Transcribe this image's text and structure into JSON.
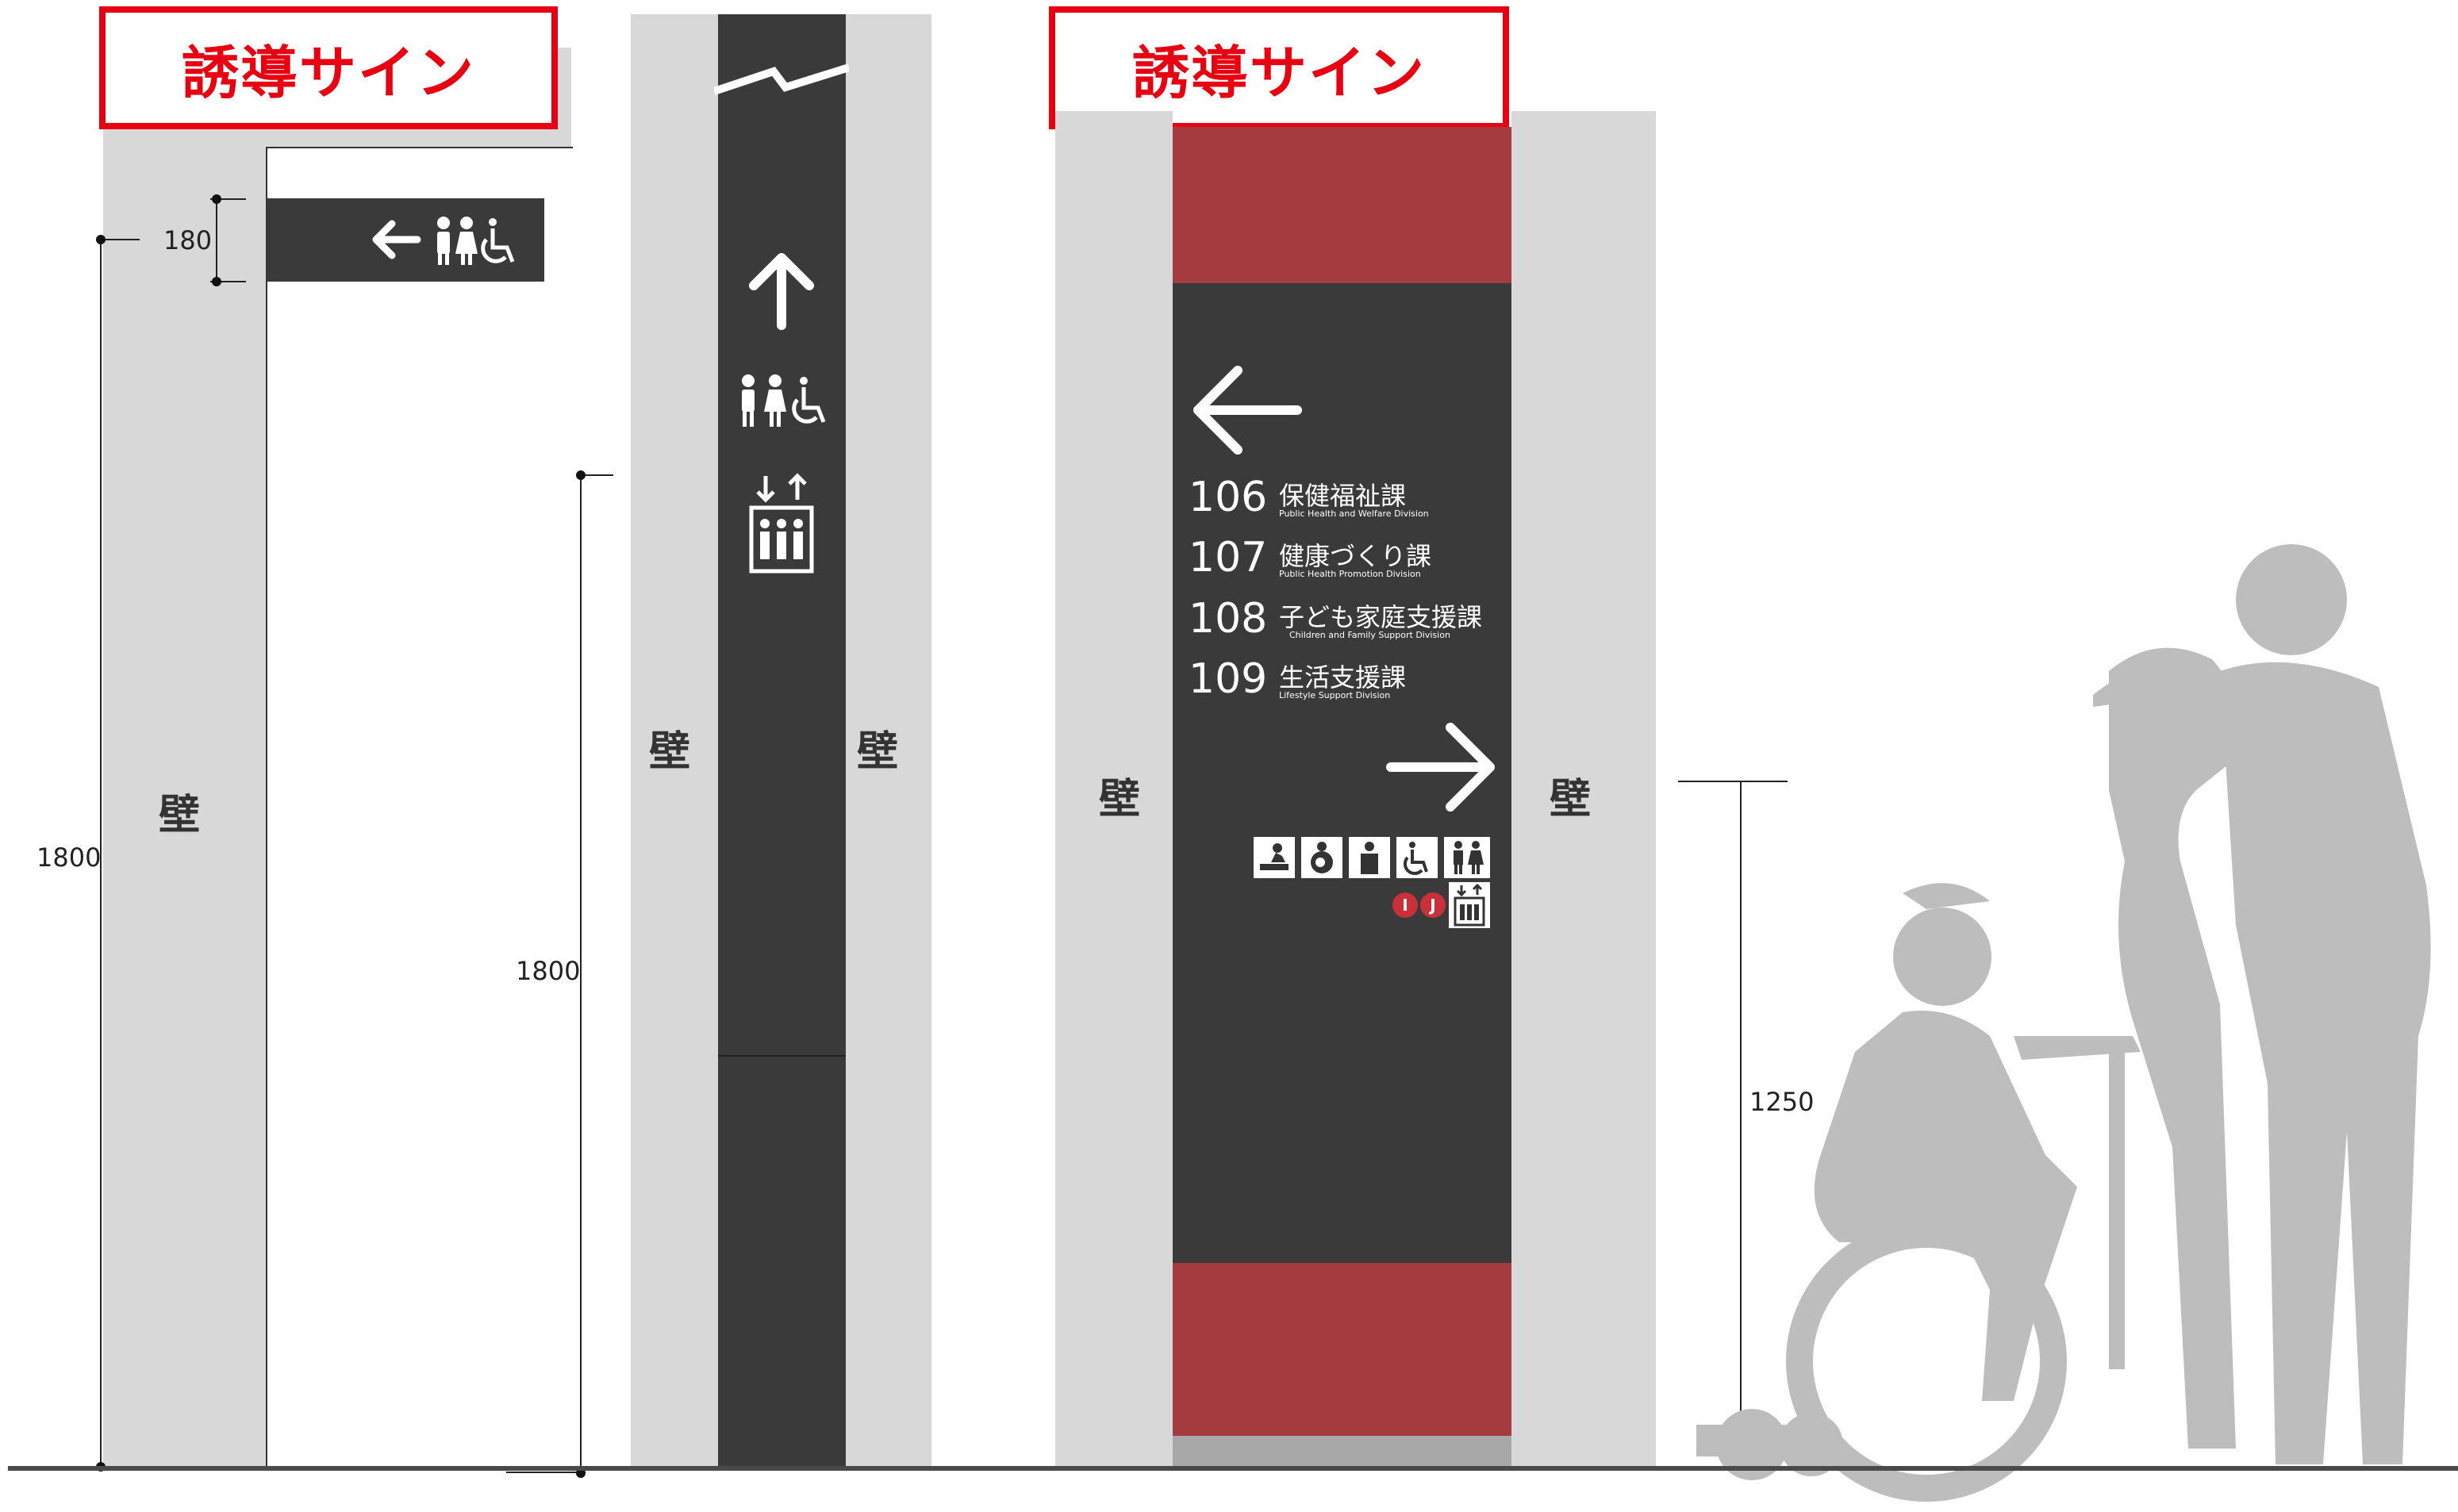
{
  "labels": {
    "sign1": "誘導サイン",
    "sign2": "誘導サイン"
  },
  "wall": "壁",
  "dims": {
    "d180": "180",
    "d1800a": "1800",
    "d1800b": "1800",
    "d1250": "1250"
  },
  "rooms": [
    {
      "num": "106",
      "jp": "保健福祉課",
      "en": "Public Health and Welfare Division"
    },
    {
      "num": "107",
      "jp": "健康づくり課",
      "en": "Public Health Promotion Division"
    },
    {
      "num": "108",
      "jp": "子ども家庭支援課",
      "en": "Children and Family Support Division"
    },
    {
      "num": "109",
      "jp": "生活支援課",
      "en": "Lifestyle Support Division"
    }
  ],
  "badges": [
    "I",
    "J"
  ],
  "colors": {
    "sign_dark": "#3a3a3a",
    "sign_red": "#a33b3f",
    "wall": "#d8d8d8",
    "label_red": "#e60012"
  }
}
